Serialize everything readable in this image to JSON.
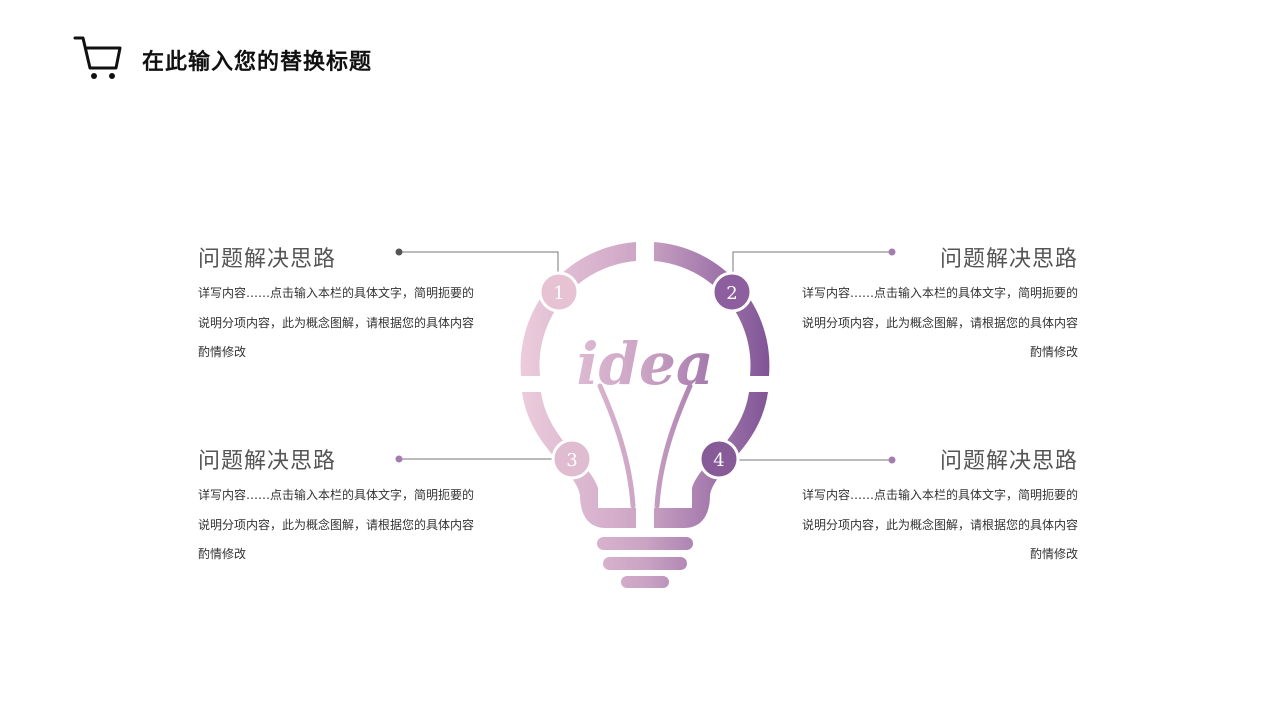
{
  "header": {
    "title": "在此输入您的替换标题",
    "icon": "shopping-cart-icon"
  },
  "center_graphic": {
    "word": "idea",
    "icon": "lightbulb-icon"
  },
  "colors": {
    "light": "#e8c8d8",
    "dark": "#8a5e9c",
    "line": "#666666"
  },
  "items": [
    {
      "number": "1",
      "title": "问题解决思路",
      "text": "详写内容……点击输入本栏的具体文字，简明扼要的说明分项内容，此为概念图解，请根据您的具体内容酌情修改"
    },
    {
      "number": "2",
      "title": "问题解决思路",
      "text": "详写内容……点击输入本栏的具体文字，简明扼要的说明分项内容，此为概念图解，请根据您的具体内容酌情修改"
    },
    {
      "number": "3",
      "title": "问题解决思路",
      "text": "详写内容……点击输入本栏的具体文字，简明扼要的说明分项内容，此为概念图解，请根据您的具体内容酌情修改"
    },
    {
      "number": "4",
      "title": "问题解决思路",
      "text": "详写内容……点击输入本栏的具体文字，简明扼要的说明分项内容，此为概念图解，请根据您的具体内容酌情修改"
    }
  ]
}
